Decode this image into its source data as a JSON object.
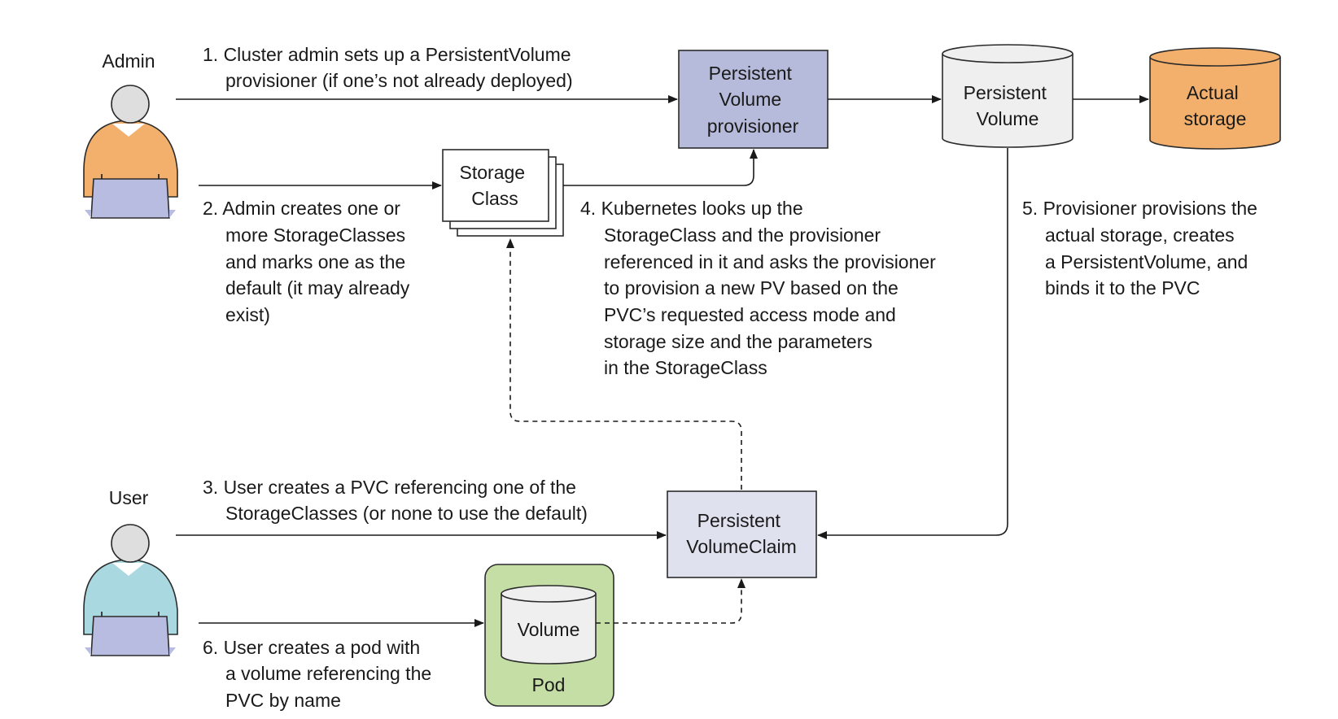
{
  "actors": {
    "admin": {
      "label": "Admin",
      "body_color": "#f3b06c"
    },
    "user": {
      "label": "User",
      "body_color": "#a9d8e0"
    }
  },
  "nodes": {
    "pv_provisioner": {
      "lines": [
        "Persistent",
        "Volume",
        "provisioner"
      ],
      "fill": "#b7bbdb"
    },
    "persistent_volume": {
      "lines": [
        "Persistent",
        "Volume"
      ],
      "fill": "#efefef"
    },
    "actual_storage": {
      "lines": [
        "Actual",
        "storage"
      ],
      "fill": "#f3b06c"
    },
    "storage_class": {
      "lines": [
        "Storage",
        "Class"
      ],
      "fill": "#ffffff"
    },
    "pvc": {
      "lines": [
        "Persistent",
        "VolumeClaim"
      ],
      "fill": "#dfe1ef"
    },
    "pod": {
      "label": "Pod",
      "volume_label": "Volume",
      "fill": "#c5dea6"
    }
  },
  "steps": [
    {
      "id": "step1",
      "lines": [
        "1. Cluster admin sets up a PersistentVolume",
        "provisioner (if one’s not already deployed)"
      ]
    },
    {
      "id": "step2",
      "lines": [
        "2. Admin creates one or",
        "more StorageClasses",
        "and marks one as the",
        "default (it may already",
        "exist)"
      ]
    },
    {
      "id": "step3",
      "lines": [
        "3. User creates a PVC referencing one of the",
        "StorageClasses (or none to use the default)"
      ]
    },
    {
      "id": "step4",
      "lines": [
        "4. Kubernetes looks up the",
        "StorageClass and the provisioner",
        "referenced in it and asks the provisioner",
        "to provision a new PV based on the",
        "PVC’s requested access mode and",
        "storage size and the parameters",
        "in the StorageClass"
      ]
    },
    {
      "id": "step5",
      "lines": [
        "5. Provisioner provisions the",
        "actual storage, creates",
        "a PersistentVolume, and",
        "binds it to the PVC"
      ]
    },
    {
      "id": "step6",
      "lines": [
        "6. User creates a pod with",
        "a volume referencing the",
        "PVC by name"
      ]
    }
  ]
}
